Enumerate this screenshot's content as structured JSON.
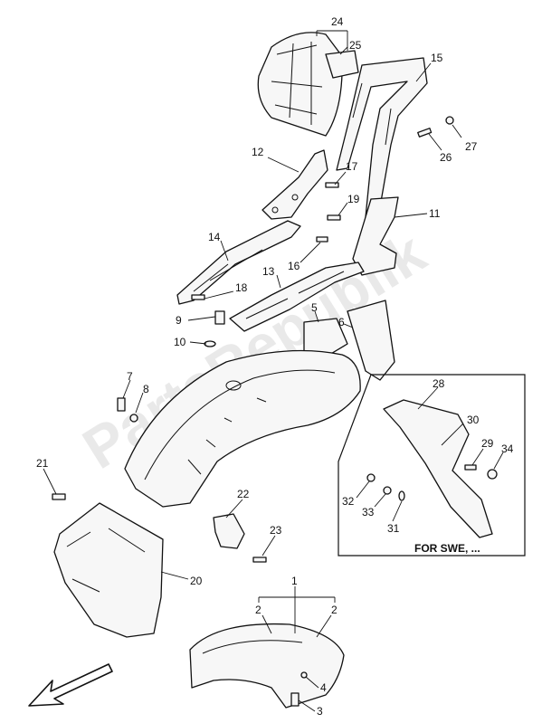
{
  "watermark": "PartsRepublik",
  "inset_caption": "FOR SWE, ...",
  "callouts": [
    {
      "id": "c24",
      "text": "24"
    },
    {
      "id": "c25",
      "text": "25"
    },
    {
      "id": "c15",
      "text": "15"
    },
    {
      "id": "c27",
      "text": "27"
    },
    {
      "id": "c26",
      "text": "26"
    },
    {
      "id": "c12",
      "text": "12"
    },
    {
      "id": "c17",
      "text": "17"
    },
    {
      "id": "c19",
      "text": "19"
    },
    {
      "id": "c11",
      "text": "11"
    },
    {
      "id": "c14",
      "text": "14"
    },
    {
      "id": "c16",
      "text": "16"
    },
    {
      "id": "c13",
      "text": "13"
    },
    {
      "id": "c18",
      "text": "18"
    },
    {
      "id": "c9",
      "text": "9"
    },
    {
      "id": "c5",
      "text": "5"
    },
    {
      "id": "c6",
      "text": "6"
    },
    {
      "id": "c10",
      "text": "10"
    },
    {
      "id": "c7",
      "text": "7"
    },
    {
      "id": "c8",
      "text": "8"
    },
    {
      "id": "c28",
      "text": "28"
    },
    {
      "id": "c30",
      "text": "30"
    },
    {
      "id": "c29",
      "text": "29"
    },
    {
      "id": "c34",
      "text": "34"
    },
    {
      "id": "c21",
      "text": "21"
    },
    {
      "id": "c22",
      "text": "22"
    },
    {
      "id": "c32",
      "text": "32"
    },
    {
      "id": "c33",
      "text": "33"
    },
    {
      "id": "c31",
      "text": "31"
    },
    {
      "id": "c23",
      "text": "23"
    },
    {
      "id": "c20",
      "text": "20"
    },
    {
      "id": "c1",
      "text": "1"
    },
    {
      "id": "c2a",
      "text": "2"
    },
    {
      "id": "c2b",
      "text": "2"
    },
    {
      "id": "c4",
      "text": "4"
    },
    {
      "id": "c3",
      "text": "3"
    }
  ]
}
